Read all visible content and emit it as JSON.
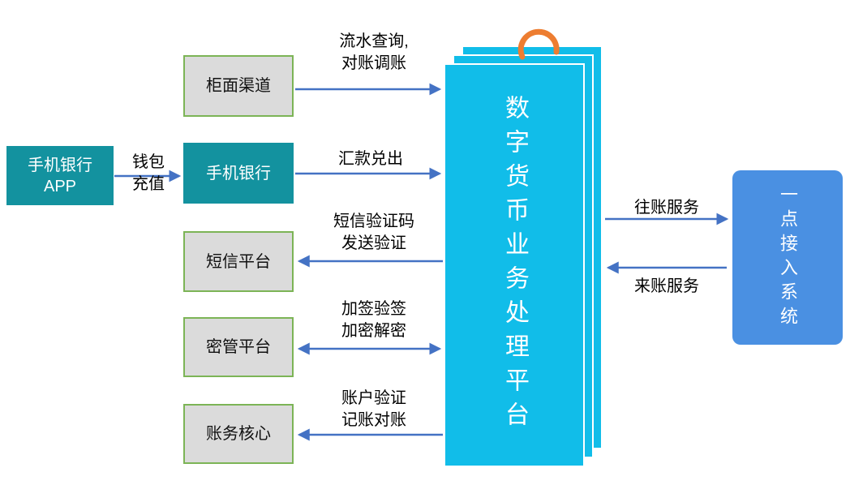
{
  "nodes": {
    "mobile_app": {
      "line1": "手机银行",
      "line2": "APP"
    },
    "counter": {
      "label": "柜面渠道"
    },
    "mobile_bank": {
      "label": "手机银行"
    },
    "sms": {
      "label": "短信平台"
    },
    "hsm": {
      "label": "密管平台"
    },
    "core": {
      "label": "账务核心"
    },
    "platform": {
      "label": "数字货币业务处理平台"
    },
    "access": {
      "label": "一点接入系统"
    }
  },
  "edges": {
    "wallet": {
      "line1": "钱包",
      "line2": "充值"
    },
    "query": {
      "line1": "流水查询,",
      "line2": "对账调账"
    },
    "remit": {
      "label": "汇款兑出"
    },
    "sms_send": {
      "line1": "短信验证码",
      "line2": "发送验证"
    },
    "sign": {
      "line1": "加签验签",
      "line2": "加密解密"
    },
    "account": {
      "line1": "账户验证",
      "line2": "记账对账"
    },
    "outgoing": {
      "label": "往账服务"
    },
    "incoming": {
      "label": "来账服务"
    }
  },
  "colors": {
    "teal_box": "#13929F",
    "platform_cyan": "#11BDE9",
    "access_blue": "#4A90E2",
    "arrow_blue": "#4472C4",
    "gray_fill": "#DBDBDB",
    "green_border": "#7CB456",
    "loop_orange": "#ED7D31"
  }
}
